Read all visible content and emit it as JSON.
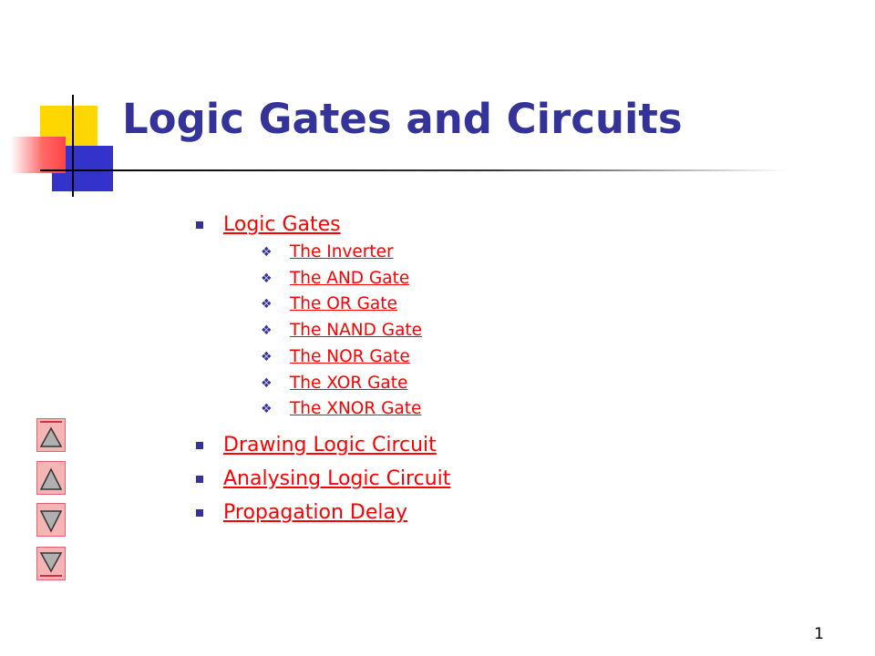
{
  "title": "Logic Gates and Circuits",
  "menu": {
    "logic_gates": {
      "label": "Logic Gates",
      "items": [
        "The Inverter",
        "The AND Gate",
        "The OR Gate",
        "The NAND Gate",
        "The NOR Gate",
        "The XOR Gate",
        "The XNOR Gate"
      ]
    },
    "drawing": "Drawing Logic Circuit",
    "analysing": "Analysing Logic Circuit",
    "propagation": "Propagation Delay"
  },
  "nav": {
    "buttons": [
      "first-slide",
      "previous-slide",
      "next-slide",
      "last-slide"
    ],
    "colors": {
      "fill": "#f5b5b5",
      "border": "#e06070",
      "arrow": "#b0b0b0"
    }
  },
  "page_number": "1",
  "colors": {
    "title": "#333399",
    "link": "#ff0000",
    "bullet": "#333399"
  }
}
